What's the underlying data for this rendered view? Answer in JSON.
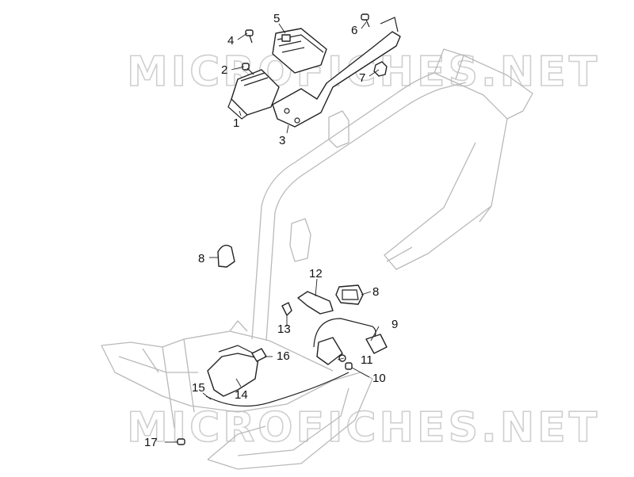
{
  "watermarks": [
    "MICROFICHES.NET",
    "MICROFICHES.NET"
  ],
  "parts": [
    {
      "id": "1",
      "label": "1"
    },
    {
      "id": "2",
      "label": "2"
    },
    {
      "id": "3",
      "label": "3"
    },
    {
      "id": "4",
      "label": "4"
    },
    {
      "id": "5",
      "label": "5"
    },
    {
      "id": "6",
      "label": "6"
    },
    {
      "id": "7",
      "label": "7"
    },
    {
      "id": "8a",
      "label": "8"
    },
    {
      "id": "8b",
      "label": "8"
    },
    {
      "id": "9",
      "label": "9"
    },
    {
      "id": "10",
      "label": "10"
    },
    {
      "id": "11",
      "label": "11"
    },
    {
      "id": "12",
      "label": "12"
    },
    {
      "id": "13",
      "label": "13"
    },
    {
      "id": "14",
      "label": "14"
    },
    {
      "id": "15",
      "label": "15"
    },
    {
      "id": "16",
      "label": "16"
    },
    {
      "id": "17",
      "label": "17"
    }
  ]
}
